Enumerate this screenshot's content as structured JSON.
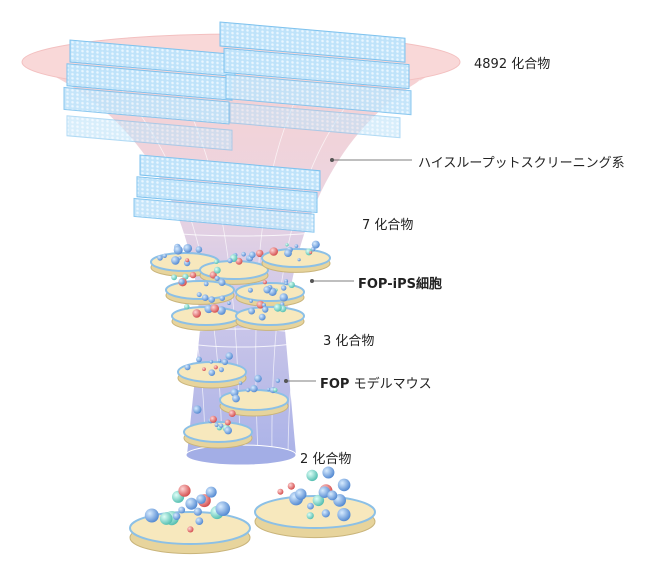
{
  "labels": {
    "compounds_initial": "4892 化合物",
    "screening_system": "ハイスループットスクリーニング系",
    "compounds_7": "7 化合物",
    "fop_ips": "FOP-iPS細胞",
    "compounds_3": "3 化合物",
    "fop_model_prefix": "FOP",
    "fop_model_suffix": " モデルマウス",
    "compounds_2": "2 化合物"
  },
  "colors": {
    "funnel_top": "#f6c9c9",
    "funnel_mid": "#d9c7e6",
    "funnel_bottom": "#a6b0e6",
    "plate_blue": "#9fd2f2",
    "dish_fill": "#f6e6b8",
    "dish_rim": "#8cc0e6",
    "mol_blue": "#6fa6e0",
    "mol_red": "#e06a6a",
    "mol_teal": "#7cd0c4"
  }
}
